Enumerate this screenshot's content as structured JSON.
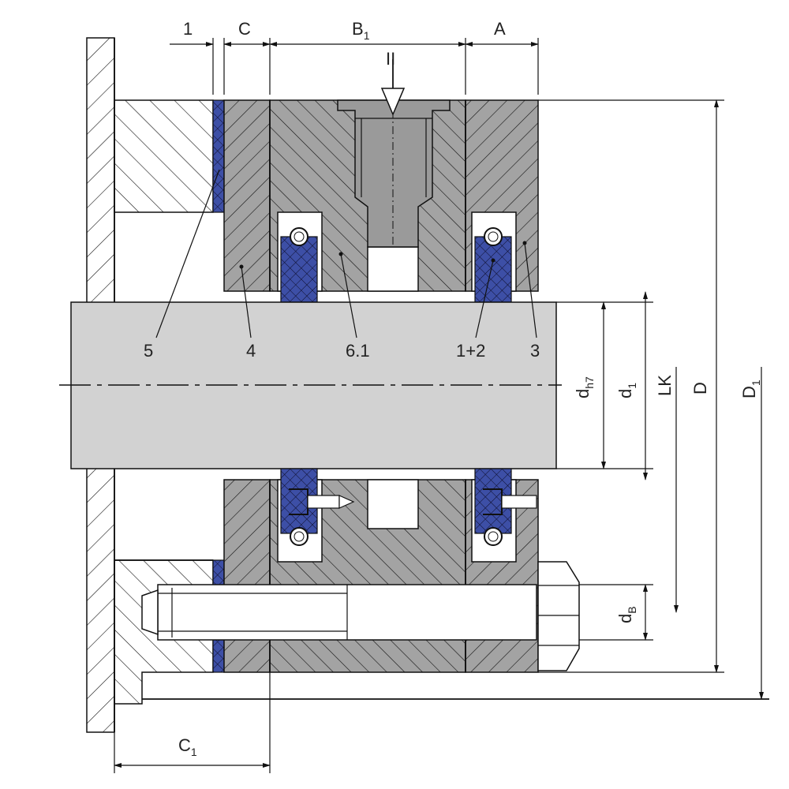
{
  "labels": {
    "dim_1": "1",
    "dim_c": "C",
    "dim_b1": "B",
    "dim_b1_sub": "1",
    "dim_a": "A",
    "port_ii": "II",
    "part_5": "5",
    "part_4": "4",
    "part_6_1": "6.1",
    "part_1_2": "1+2",
    "part_3": "3",
    "dim_dh7": "d",
    "dim_dh7_sub": "h7",
    "dim_d1": "d",
    "dim_d1_sub": "1",
    "dim_lk": "LK",
    "dim_d": "D",
    "dim_D1": "D",
    "dim_D1_sub": "1",
    "dim_db": "d",
    "dim_db_sub": "B",
    "dim_c1": "C",
    "dim_c1_sub": "1"
  },
  "colors": {
    "housing": "#a3a3a3",
    "shaft": "#d2d2d2",
    "seal": "#3d4fa6",
    "line": "#111111"
  }
}
